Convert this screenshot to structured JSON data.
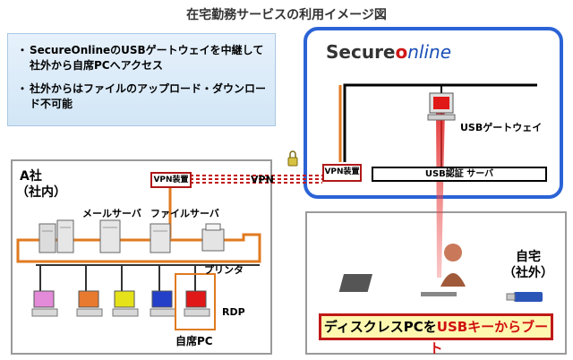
{
  "title": "在宅勤務サービスの利用イメージ図",
  "notes": {
    "bullet": "・",
    "items": [
      "SecureOnlineのUSBゲートウェイを中継して社外から自席PCへアクセス",
      "社外からはファイルのアップロード・ダウンロード不可能"
    ]
  },
  "company": {
    "name": "A社",
    "sub": "（社内）",
    "mail_server": "メールサーバ",
    "file_server": "ファイルサーバ",
    "printer": "プリンタ",
    "vpn_device": "VPN装置",
    "my_pc": "自席PC",
    "rdp": "RDP"
  },
  "vpn_label": "VPN",
  "secure": {
    "logo_s": "S",
    "logo_e": "ecure",
    "logo_o": "o",
    "logo_rest": "nline",
    "vpn_device": "VPN装置",
    "gateway": "USBゲートウェイ",
    "auth_server": "USB認証 サーバ"
  },
  "home": {
    "name": "自宅",
    "sub": "（社外）",
    "banner_a": "ディスクレスPCを",
    "banner_b": "USBキーからブート"
  },
  "colors": {
    "network_line": "#e07a1f",
    "vpn_red": "#c01818",
    "secure_border": "#2b63d6"
  }
}
